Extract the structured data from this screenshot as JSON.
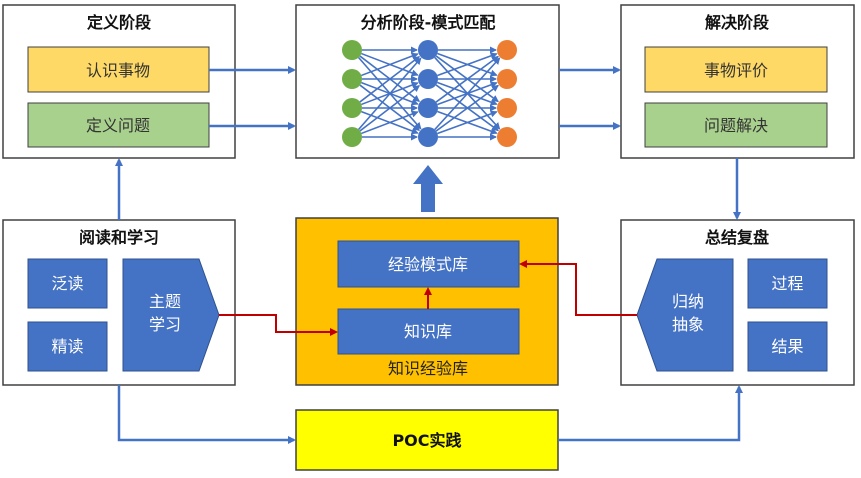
{
  "colors": {
    "blue_fill": "#4472C4",
    "yellow_fill": "#FFD966",
    "green_fill": "#A9D18E",
    "orange_fill": "#FFC000",
    "poc_fill": "#FFFF00",
    "red_arrow": "#C00000",
    "green_node": "#70AD47",
    "blue_node": "#4472C4",
    "orange_node": "#ED7D31",
    "box_border": "#404040"
  },
  "define_stage": {
    "title": "定义阶段",
    "items": [
      "认识事物",
      "定义问题"
    ]
  },
  "analysis_stage": {
    "title": "分析阶段-模式匹配",
    "network": {
      "input_nodes": 4,
      "hidden_nodes": 4,
      "output_nodes": 4
    }
  },
  "solve_stage": {
    "title": "解决阶段",
    "items": [
      "事物评价",
      "问题解决"
    ]
  },
  "reading_stage": {
    "title": "阅读和学习",
    "items": [
      "泛读",
      "精读"
    ],
    "topic_learning": [
      "主题",
      "学习"
    ]
  },
  "knowledge_base": {
    "title": "知识经验库",
    "pattern_library": "经验模式库",
    "knowledge_library": "知识库"
  },
  "review_stage": {
    "title": "总结复盘",
    "abstraction": [
      "归纳",
      "抽象"
    ],
    "items": [
      "过程",
      "结果"
    ]
  },
  "poc": {
    "label": "POC实践"
  }
}
